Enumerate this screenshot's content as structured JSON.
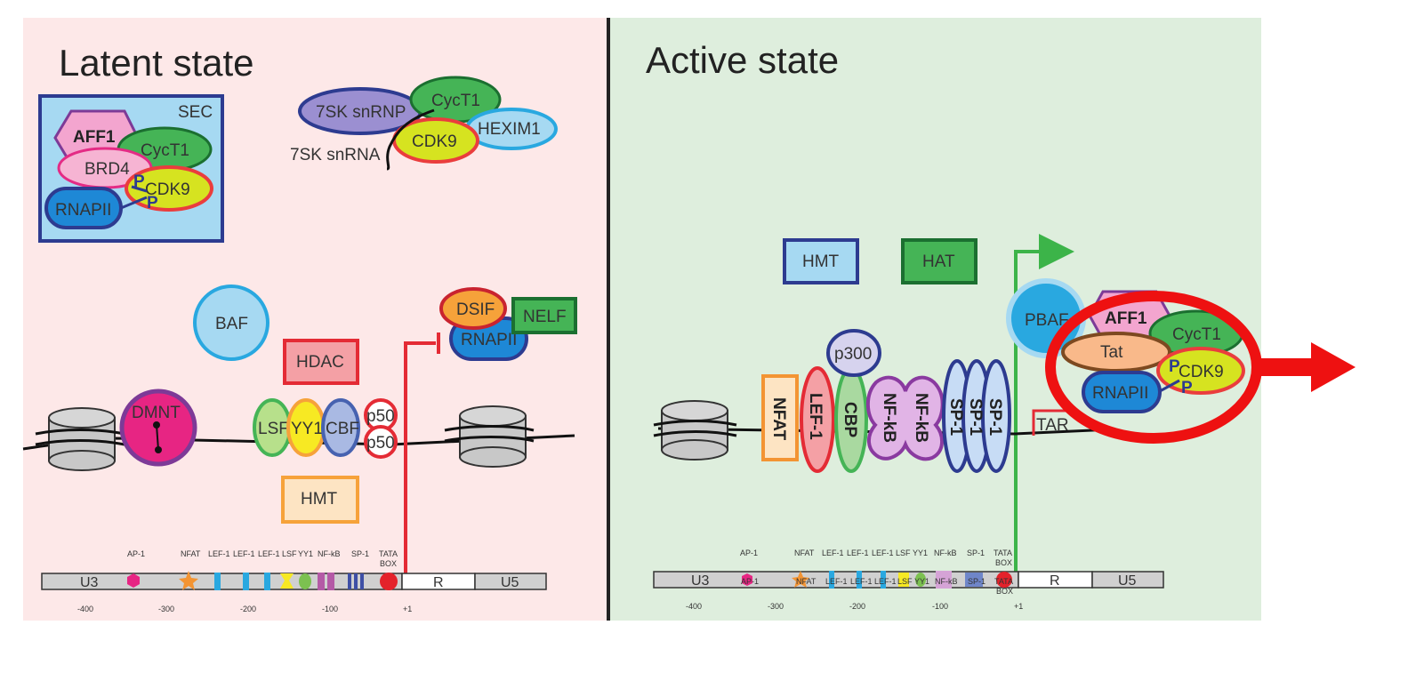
{
  "latent": {
    "title": "Latent state",
    "sec": {
      "label": "SEC",
      "aff1": "AFF1",
      "cyct1": "CycT1",
      "brd4": "BRD4",
      "cdk9": "CDK9",
      "rnapii": "RNAPII",
      "p": "P"
    },
    "snrnp": {
      "snrnp": "7SK snRNP",
      "cyct1": "CycT1",
      "hexim1": "HEXIM1",
      "cdk9": "CDK9",
      "snrna": "7SK snRNA"
    },
    "baf": "BAF",
    "dmnt": "DMNT",
    "hdac": "HDAC",
    "dsif": "DSIF",
    "nelf": "NELF",
    "rnapii": "RNAPII",
    "factors": {
      "lsf": "LSF",
      "yy1": "YY1",
      "cbf": "CBF",
      "p50a": "p50",
      "p50b": "p50"
    },
    "hmt": "HMT",
    "map": {
      "sites": [
        "AP-1",
        "NFAT",
        "LEF-1",
        "LEF-1",
        "LEF-1",
        "LSF",
        "YY1",
        "NF-kB",
        "SP-1",
        "TATA",
        "BOX"
      ],
      "segments": [
        "U3",
        "R",
        "U5"
      ],
      "ticks": [
        "-400",
        "-300",
        "-200",
        "-100",
        "+1"
      ]
    }
  },
  "active": {
    "title": "Active state",
    "hmt": "HMT",
    "hat": "HAT",
    "pbaf": "PBAF",
    "p300": "p300",
    "factors": {
      "nfat": "NFAT",
      "lef1": "LEF-1",
      "cbp": "CBP",
      "nfkb1": "NF-kB",
      "nfkb2": "NF-kB",
      "sp1a": "SP-1",
      "sp1b": "SP-1",
      "sp1c": "SP-1"
    },
    "tar": "TAR",
    "complex": {
      "aff1": "AFF1",
      "cyct1": "CycT1",
      "tat": "Tat",
      "cdk9": "CDK9",
      "rnapii": "RNAPII",
      "p": "P"
    },
    "map": {
      "sites_top": [
        "AP-1",
        "NFAT",
        "LEF-1",
        "LEF-1",
        "LEF-1",
        "LSF",
        "YY1",
        "NF-kB",
        "SP-1",
        "TATA",
        "BOX"
      ],
      "sites_inline": [
        "AP-1",
        "NFAT",
        "LEF-1",
        "LEF-1",
        "LEF-1",
        "LSF",
        "YY1",
        "NF-kB",
        "SP-1",
        "TATA",
        "BOX"
      ],
      "segments": [
        "U3",
        "R",
        "U5"
      ],
      "ticks": [
        "-400",
        "-300",
        "-200",
        "-100",
        "+1"
      ]
    }
  },
  "colors": {
    "latent_bg": "#fde8e8",
    "active_bg": "#deeedd",
    "highlight": "#ee1111"
  }
}
